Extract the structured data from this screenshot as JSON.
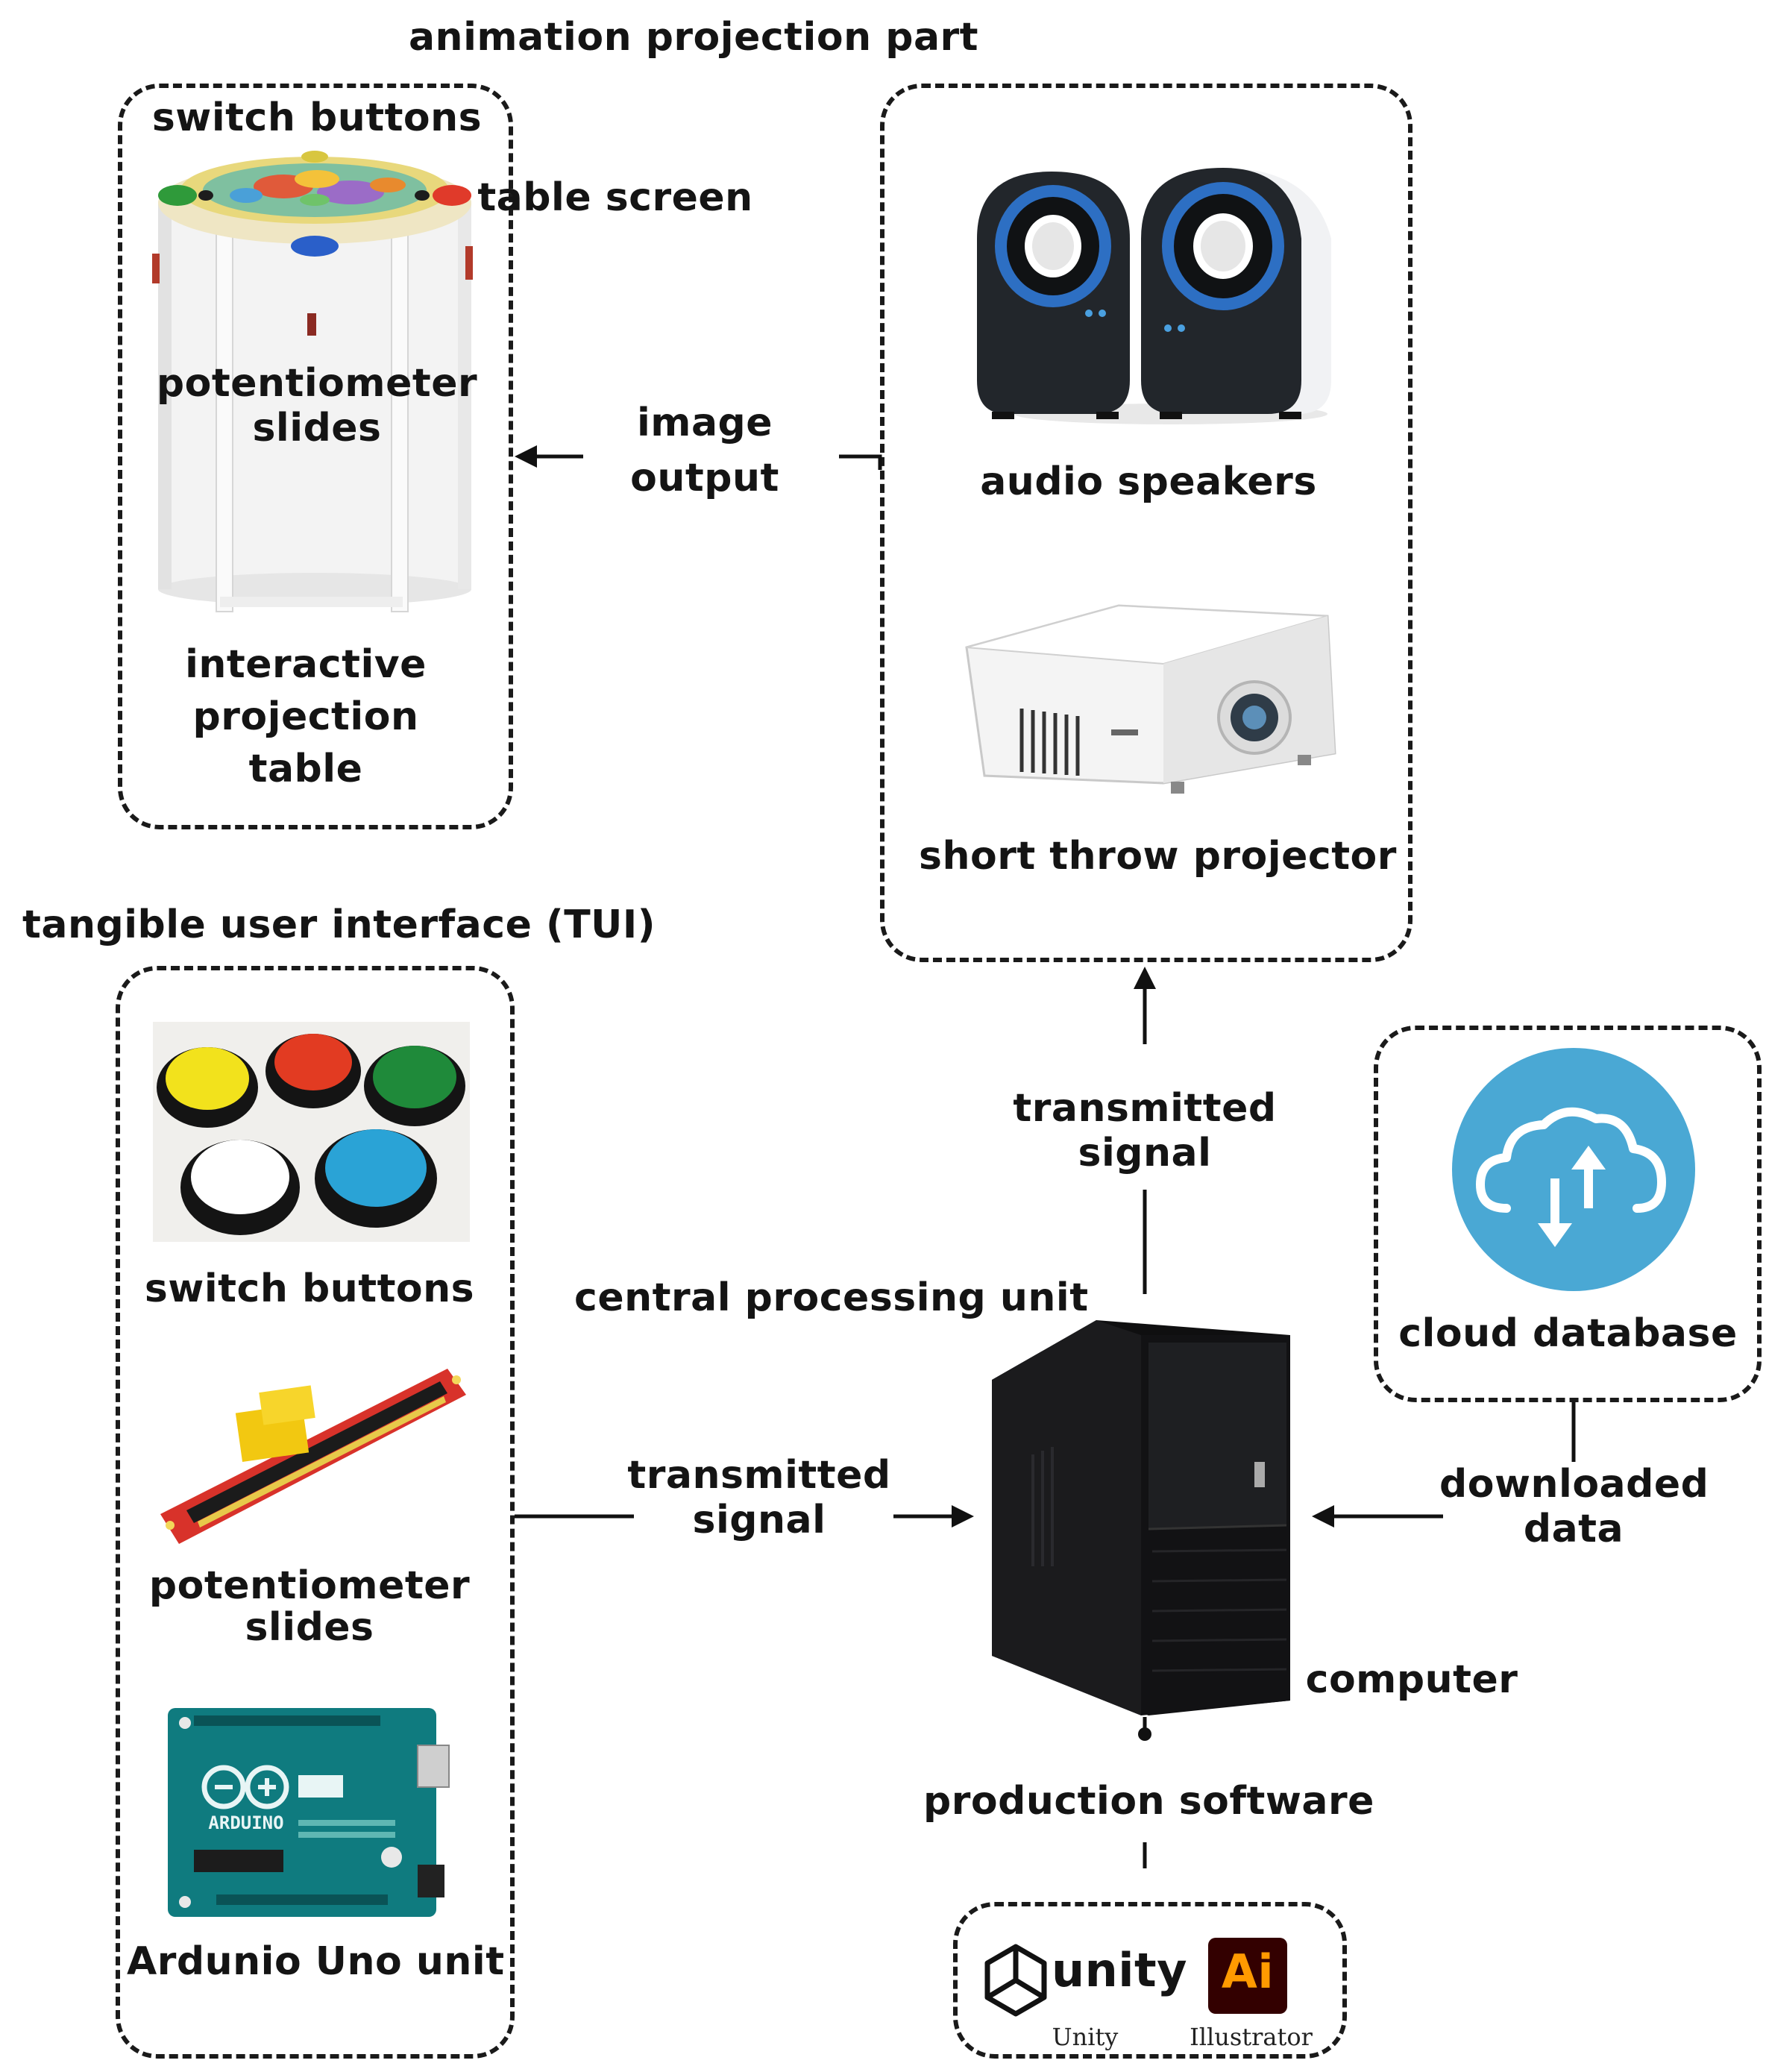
{
  "groups": {
    "animation_title": "animation projection part",
    "tui_title": "tangible user interface (TUI)"
  },
  "table": {
    "switch_buttons": "switch buttons",
    "table_screen": "table screen",
    "potentiometer_slides": "potentiometer slides",
    "caption": "interactive projection table"
  },
  "output": {
    "audio_speakers": "audio speakers",
    "projector": "short throw projector",
    "image_output": "image output"
  },
  "tui": {
    "switch_buttons": "switch buttons",
    "potentiometer_slides": "potentiometer slides",
    "arduino": "Ardunio Uno unit"
  },
  "connections": {
    "transmitted_signal_top": "transmitted signal",
    "transmitted_signal_left": "transmitted signal",
    "downloaded_data": "downloaded data"
  },
  "cpu": {
    "title": "central processing unit",
    "computer": "computer",
    "production_software": "production software"
  },
  "cloud": {
    "label": "cloud database",
    "color": "#4aa8d4"
  },
  "software": {
    "unity_logo": "unity",
    "unity_caption": "Unity",
    "ai_logo": "Ai",
    "ai_caption": "Illustrator"
  },
  "device_labels": {
    "arduino_board": "ARDUINO"
  },
  "button_colors": [
    "#f2e21c",
    "#e23b22",
    "#1f8a3a",
    "#ffffff",
    "#2aa3d6"
  ]
}
